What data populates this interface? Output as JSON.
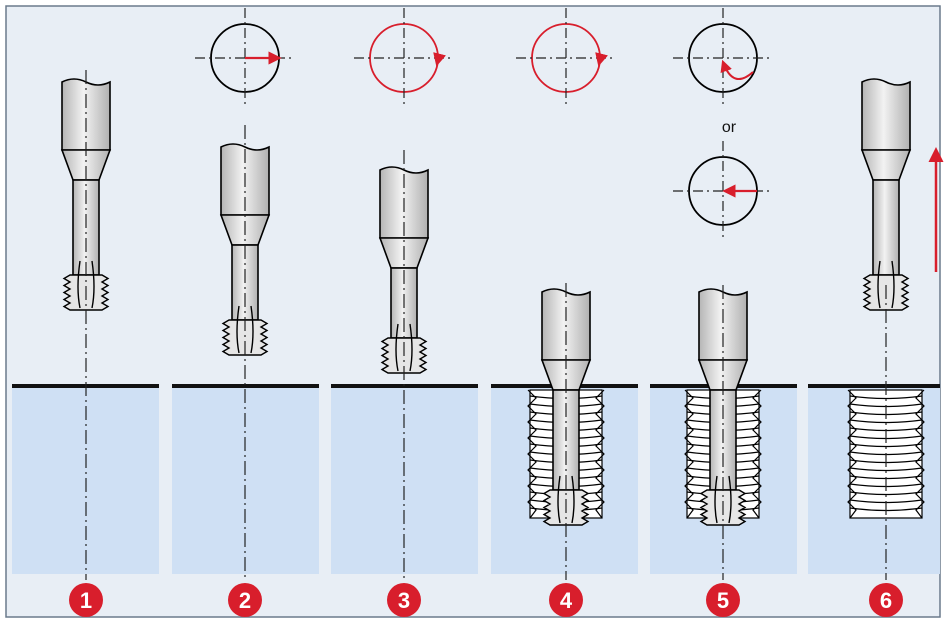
{
  "figure": {
    "connector_label": "or",
    "colors": {
      "background": "#e8eef5",
      "workpiece": "#cfe0f4",
      "accent_red": "#d81e2c",
      "tool_light": "#efefef",
      "tool_dark": "#b5b5b5",
      "outline": "#000000"
    },
    "steps": [
      {
        "number": "1",
        "icon": "thread-mill-icon",
        "motion": "none"
      },
      {
        "number": "2",
        "icon": "radial-feed-in-icon",
        "motion": "radial-in"
      },
      {
        "number": "3",
        "icon": "circular-entry-icon",
        "motion": "helical-entry"
      },
      {
        "number": "4",
        "icon": "full-circle-icon",
        "motion": "full-circle"
      },
      {
        "number": "5",
        "icon": "circular-exit-icon",
        "motion": "exit-or-radial-out"
      },
      {
        "number": "6",
        "icon": "retract-arrow-icon",
        "motion": "retract"
      }
    ]
  }
}
